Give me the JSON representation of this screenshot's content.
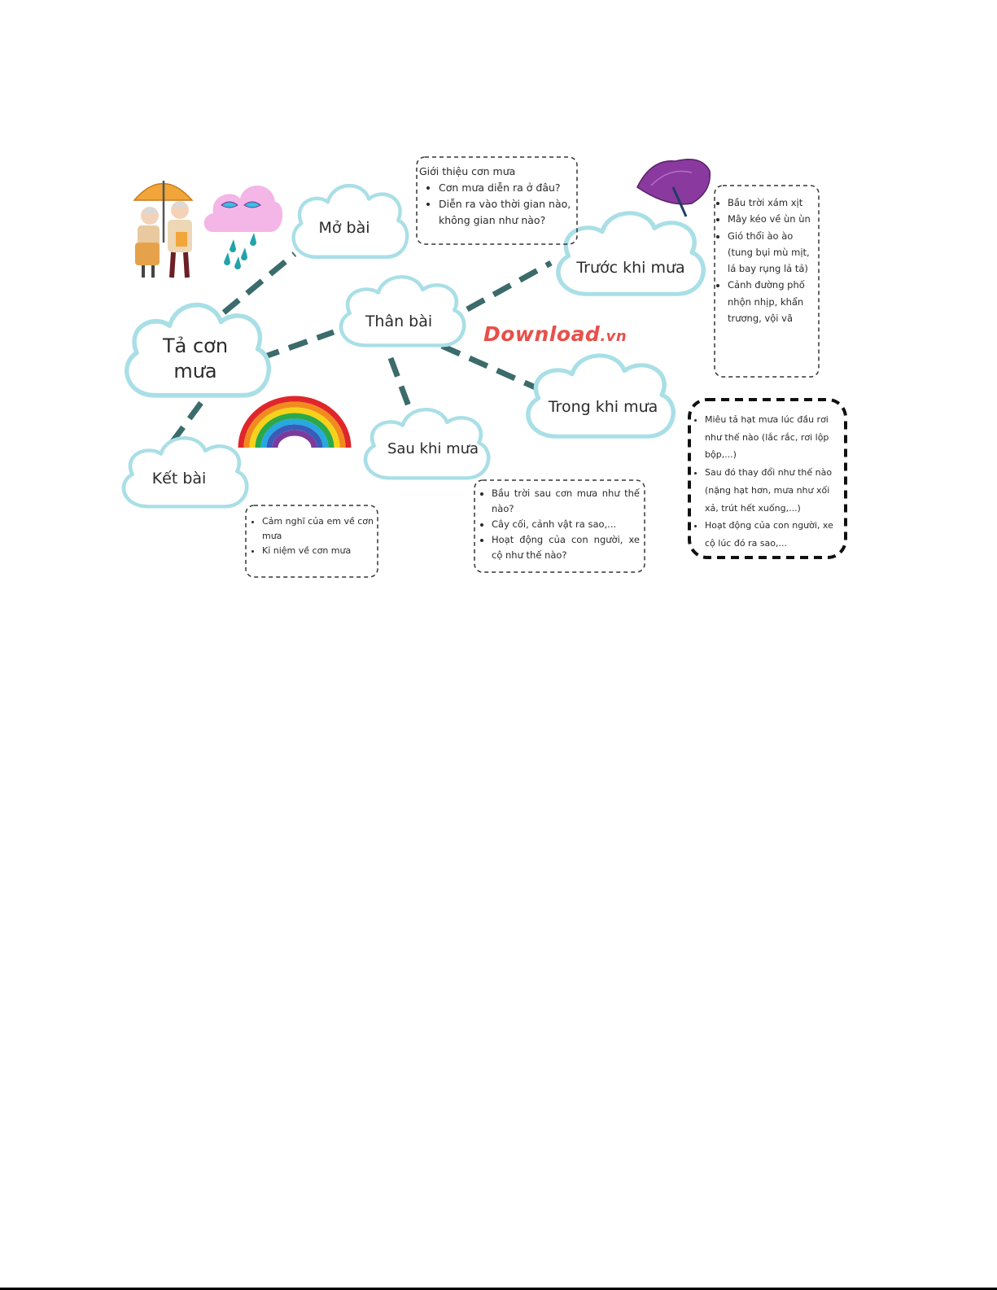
{
  "nodes": {
    "root": "Tả cơn\nmưa",
    "mo_bai": "Mở bài",
    "than_bai": "Thân bài",
    "ket_bai": "Kết bài",
    "truoc_khi_mua": "Trước khi mưa",
    "trong_khi_mua": "Trong khi mưa",
    "sau_khi_mua": "Sau khi mưa"
  },
  "notes": {
    "mo_bai": {
      "heading": "Giới thiệu cơn mưa",
      "items": [
        "Cơn mưa diễn ra ở đâu?",
        "Diễn ra vào thời gian nào, không gian như nào?"
      ]
    },
    "truoc_khi_mua": {
      "items": [
        "Bầu trời xám xịt",
        "Mây kéo về ùn ùn",
        "Gió thổi ào ào (tung bụi mù mịt, lá bay rụng lả tả)",
        "Cảnh đường phố nhộn nhịp, khẩn trương, vội vã"
      ]
    },
    "trong_khi_mua": {
      "items": [
        "Miêu tả hạt mưa lúc đầu rơi như thế nào (lắc rắc, rơi lộp bộp,...)",
        "Sau đó thay đổi như thế nào (nặng hạt hơn, mưa như xối xả, trút hết xuống,...)",
        "Hoạt động của con người, xe cộ lúc đó ra sao,..."
      ]
    },
    "sau_khi_mua": {
      "items": [
        "Bầu trời sau cơn mưa như thế nào?",
        "Cây cối, cảnh vật ra sao,...",
        "Hoạt động của con người, xe cộ như thế nào?"
      ]
    },
    "ket_bai": {
      "items": [
        "Cảm nghĩ của em về cơn mưa",
        "Kỉ niệm về cơn mưa"
      ]
    }
  },
  "watermark": {
    "main": "Download",
    "suffix": ".vn"
  },
  "colors": {
    "cloud_stroke": "#a9dfe6",
    "connector": "#3b6b6b",
    "watermark": "#e8504a",
    "umbrella": "#8a3a9e",
    "rain_cloud": "#f3b6e6"
  },
  "icons": [
    "elderly-couple-umbrella-icon",
    "rain-cloud-icon",
    "umbrella-icon",
    "rainbow-icon"
  ]
}
